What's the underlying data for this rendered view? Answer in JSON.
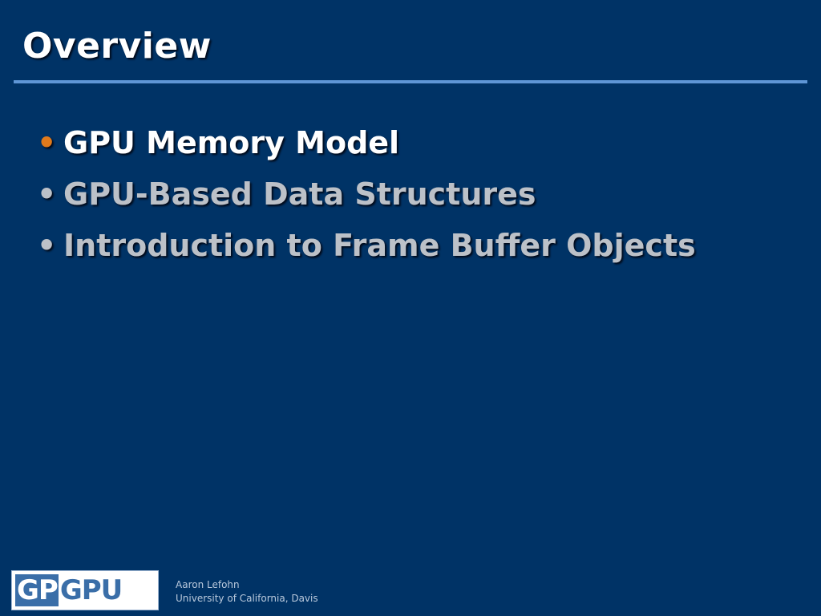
{
  "slide": {
    "title": "Overview",
    "bullets": [
      {
        "glyph": "•",
        "text": "GPU Memory Model",
        "state": "active"
      },
      {
        "glyph": "•",
        "text": "GPU-Based Data Structures",
        "state": "dim"
      },
      {
        "glyph": "•",
        "text": "Introduction to Frame Buffer Objects",
        "state": "dim"
      }
    ]
  },
  "logo": {
    "part1": "GP",
    "part2": "GPU"
  },
  "footer": {
    "author": "Aaron Lefohn",
    "affiliation": "University of California, Davis"
  },
  "colors": {
    "background": "#003366",
    "rule": "#5f96d6",
    "active_bullet": "#e07a1c",
    "dim_text": "#bcc1c8"
  }
}
